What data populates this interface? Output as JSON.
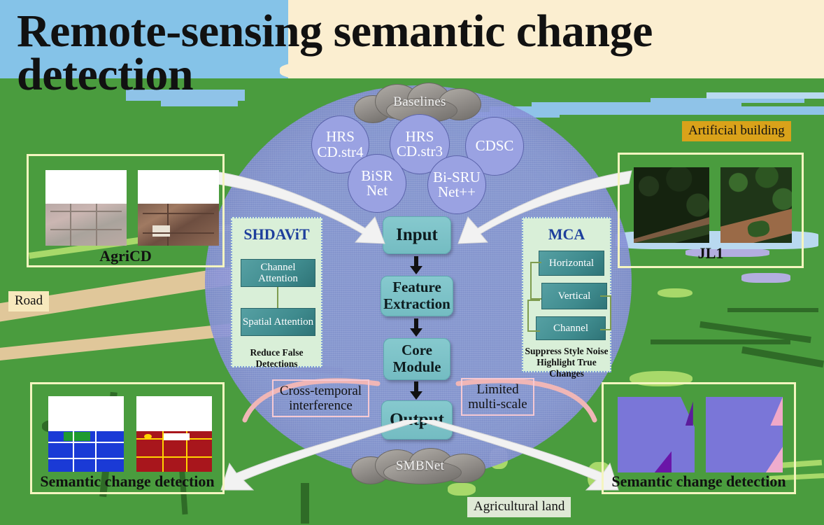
{
  "title": "Remote-sensing semantic change detection",
  "background": {
    "sky_color": "#85c3e8",
    "sky_right_color": "#fbeed0",
    "grass_color": "#4a9c3e"
  },
  "circle": {
    "fill": "#8e99dd",
    "top_cloud": "Baselines",
    "bottom_cloud": "SMBNet"
  },
  "baselines": [
    {
      "label": "HRS CD.str4"
    },
    {
      "label": "BiSR Net"
    },
    {
      "label": "HRS CD.str3"
    },
    {
      "label": "Bi-SRU Net++"
    },
    {
      "label": "CDSC"
    }
  ],
  "pipeline": {
    "accent": "#7cc4c9",
    "steps": [
      {
        "label": "Input"
      },
      {
        "label": "Feature Extraction"
      },
      {
        "label": "Core Module"
      },
      {
        "label": "Output"
      }
    ]
  },
  "left_panel": {
    "title": "SHDAViT",
    "title_color": "#1e3f9c",
    "blocks": [
      {
        "label": "Channel Attention"
      },
      {
        "label": "Spatial Attention"
      }
    ],
    "footer": "Reduce False Detections"
  },
  "right_panel": {
    "title": "MCA",
    "title_color": "#1e3f9c",
    "blocks": [
      {
        "label": "Horizontal"
      },
      {
        "label": "Vertical"
      },
      {
        "label": "Channel"
      }
    ],
    "footer_line1": "Suppress Style Noise",
    "footer_line2": "Highlight True Changes"
  },
  "notes": [
    {
      "label": "Cross-temporal interference",
      "border": "#f6c9d3"
    },
    {
      "label": "Limited multi-scale",
      "border": "#f6c9d3"
    }
  ],
  "datasets": {
    "top_left": {
      "label": "AgriCD"
    },
    "top_right": {
      "label": "JL1"
    },
    "bottom_left": {
      "label": "Semantic change detection"
    },
    "bottom_right": {
      "label": "Semantic change detection"
    }
  },
  "legend": [
    {
      "label": "Road",
      "color": "#f7e9bd"
    },
    {
      "label": "Artificial building",
      "color": "#d9a21a"
    },
    {
      "label": "Agricultural land",
      "color": "#dfe9d6"
    }
  ]
}
